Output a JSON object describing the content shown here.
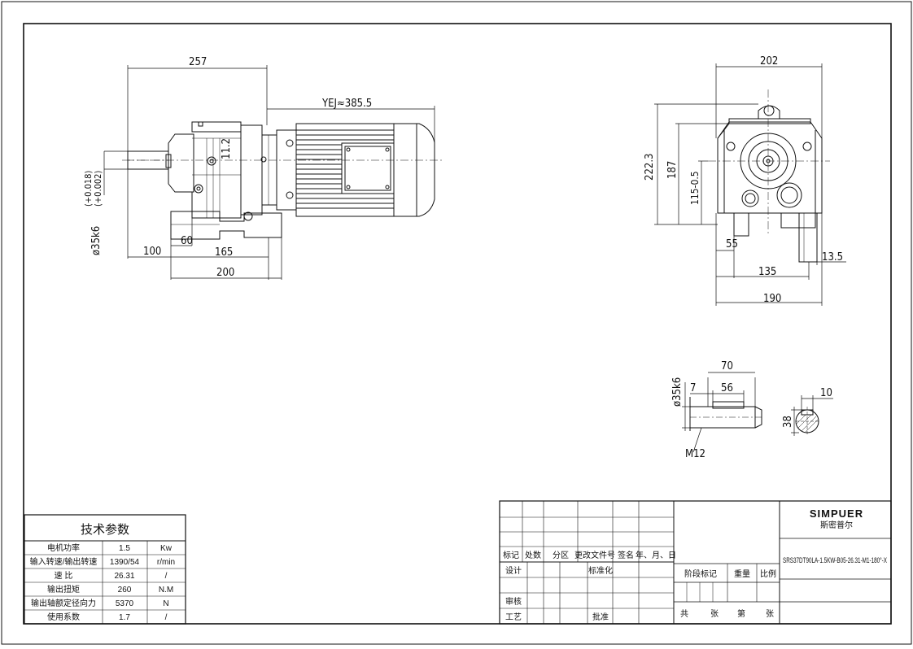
{
  "front_view": {
    "dims": {
      "overall": "257",
      "motor_len": "YEJ≈385.5",
      "shaft_offset": "11.2",
      "shaft_tol_top": "(+0.018)",
      "shaft_tol_bottom": "(+0.002)",
      "shaft_dia": "ø35k6",
      "d100": "100",
      "d60": "60",
      "d165": "165",
      "d200": "200"
    }
  },
  "side_view": {
    "dims": {
      "width": "202",
      "h222": "222.3",
      "h187": "187",
      "h115": "115-0.5",
      "d55": "55",
      "d135": "135",
      "d190": "190",
      "d135b": "13.5"
    }
  },
  "shaft_detail": {
    "dims": {
      "d70": "70",
      "d56": "56",
      "d7": "7",
      "dia": "ø35k6",
      "thread": "M12",
      "key_w": "10",
      "key_h": "38"
    }
  },
  "tech_table": {
    "title": "技术参数",
    "rows": [
      {
        "label": "电机功率",
        "value": "1.5",
        "unit": "Kw"
      },
      {
        "label": "输入转速/输出转速",
        "value": "1390/54",
        "unit": "r/min"
      },
      {
        "label": "速  比",
        "value": "26.31",
        "unit": "/"
      },
      {
        "label": "输出扭矩",
        "value": "260",
        "unit": "N.M"
      },
      {
        "label": "输出轴额定径向力",
        "value": "5370",
        "unit": "N"
      },
      {
        "label": "使用系数",
        "value": "1.7",
        "unit": "/"
      }
    ]
  },
  "title_block": {
    "logo_text": "SIMPUER",
    "logo_cn": "斯密普尔",
    "drawing_no": "SRS37DT90LA-1.5KW-B05-26.31-M1-180°-X",
    "labels": {
      "biaoji": "标记",
      "chushu": "处数",
      "fenqu": "分区",
      "gengai": "更改文件号",
      "qianming": "签名",
      "date": "年、月、日",
      "sheji": "设计",
      "biaozhunhua": "标准化",
      "shenhe": "审核",
      "gongyi": "工艺",
      "pizhun": "批准",
      "jieduan": "阶段标记",
      "zhongliang": "重量",
      "bili": "比例",
      "gong": "共",
      "zhang1": "张",
      "di": "第",
      "zhang2": "张"
    }
  },
  "colors": {
    "line": "#111111",
    "logo": "#e0262f"
  }
}
